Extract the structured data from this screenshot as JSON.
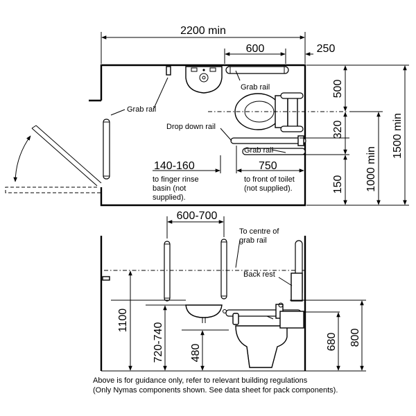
{
  "plan": {
    "overall_width": "2200 min",
    "basin_offset": "600",
    "right_offset": "250",
    "depth_500": "500",
    "depth_320": "320",
    "depth_150": "150",
    "height_1000": "1000 min",
    "height_1500": "1500 min",
    "dim_140_160": "140-160",
    "dim_750": "750",
    "note_basin": [
      "to finger rinse",
      "basin (not",
      "supplied)."
    ],
    "note_toilet": [
      "to front of toilet",
      "(not supplied)."
    ],
    "label_grab_rail_left": "Grab rail",
    "label_grab_rail_top": "Grab rail",
    "label_drop_down": "Drop down rail",
    "label_grab_rail_bottom": "Grab rail"
  },
  "elevation": {
    "dim_600_700": "600-700",
    "note_centre": [
      "To centre of",
      "grab rail"
    ],
    "label_back_rest": "Back rest",
    "dim_1100": "1100",
    "dim_720_740": "720-740",
    "dim_480": "480",
    "dim_680": "680",
    "dim_800": "800"
  },
  "footer": {
    "line1": "Above is for guidance only, refer to relevant building regulations",
    "line2": "(Only Nymas components shown. See data sheet for pack components)."
  }
}
